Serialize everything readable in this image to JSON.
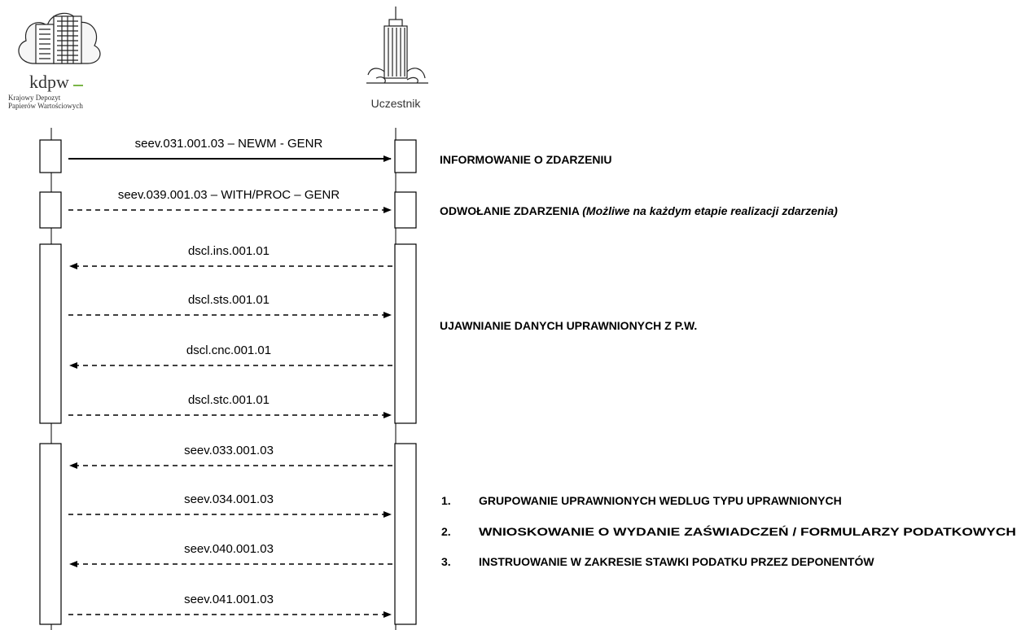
{
  "parties": {
    "left": {
      "logo_word": "kdpw",
      "logo_sub_1": "Krajowy Depozyt",
      "logo_sub_2": "Papierów Wartościowych",
      "icon": "building-icon"
    },
    "right": {
      "caption": "Uczestnik",
      "icon": "tower-icon"
    }
  },
  "messages": [
    {
      "label": "seev.031.001.03 – NEWM - GENR",
      "direction": "right",
      "style": "solid"
    },
    {
      "label": "seev.039.001.03 – WITH/PROC – GENR",
      "direction": "right",
      "style": "dashed"
    },
    {
      "label": "dscl.ins.001.01",
      "direction": "left",
      "style": "dashed"
    },
    {
      "label": "dscl.sts.001.01",
      "direction": "right",
      "style": "dashed"
    },
    {
      "label": "dscl.cnc.001.01",
      "direction": "left",
      "style": "dashed"
    },
    {
      "label": "dscl.stc.001.01",
      "direction": "right",
      "style": "dashed"
    },
    {
      "label": "seev.033.001.03",
      "direction": "left",
      "style": "dashed"
    },
    {
      "label": "seev.034.001.03",
      "direction": "right",
      "style": "dashed"
    },
    {
      "label": "seev.040.001.03",
      "direction": "left",
      "style": "dashed"
    },
    {
      "label": "seev.041.001.03",
      "direction": "right",
      "style": "dashed"
    }
  ],
  "phases": {
    "informing": "INFORMOWANIE O ZDARZENIU",
    "withdrawal": "ODWOŁANIE ZDARZENIA ",
    "withdrawal_note": "(Możliwe na każdym etapie realizacji zdarzenia)",
    "disclosure": "UJAWNIANIE DANYCH UPRAWNIONYCH Z P.W.",
    "list": [
      {
        "num": "1.",
        "text": "GRUPOWANIE UPRAWNIONYCH WEDLUG TYPU UPRAWNIONYCH"
      },
      {
        "num": "2.",
        "text": "WNIOSKOWANIE O WYDANIE ZAŚWIADCZEŃ / FORMULARZY PODATKOWYCH"
      },
      {
        "num": "3.",
        "text": "INSTRUOWANIE W ZAKRESIE STAWKI PODATKU PRZEZ DEPONENTÓW"
      }
    ]
  },
  "colors": {
    "line": "#000000",
    "accent": "#7ab648"
  }
}
